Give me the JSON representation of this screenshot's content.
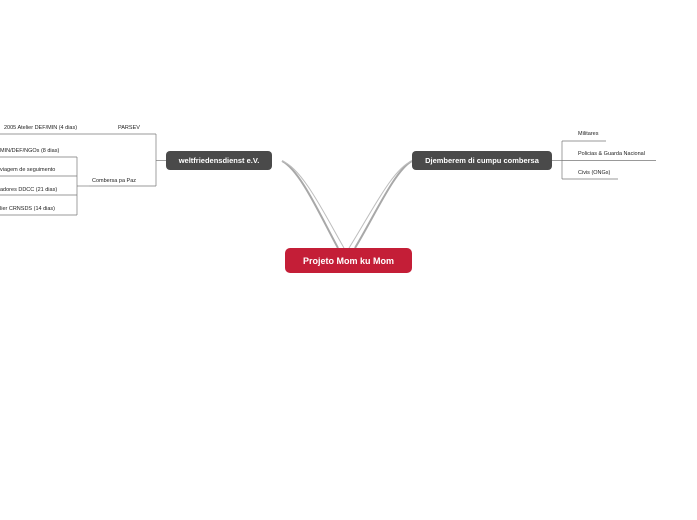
{
  "root": {
    "label": "Projeto Mom ku Mom"
  },
  "left_branch": {
    "label": "weltfriedensdienst e.V.",
    "groups": [
      {
        "label": "PARSEV",
        "items": [
          "2005 Atelier DEF/MIN (4 dias)"
        ]
      },
      {
        "label": "Combersa pa Paz",
        "items": [
          "MIN/DEF/NGOs (8 dias)",
          "viagem de seguimento",
          "adores DDCC (21 dias)",
          "lier CRNSDS (14 dias)"
        ]
      }
    ]
  },
  "right_branch": {
    "label": "Djemberem di cumpu combersa",
    "items": [
      "Militares",
      "Policias & Guarda Nacional",
      "Civis (ONGs)"
    ]
  },
  "colors": {
    "root": "#c41e37",
    "main_node": "#4a4a4a",
    "connector": "#999999",
    "line": "#666666"
  }
}
